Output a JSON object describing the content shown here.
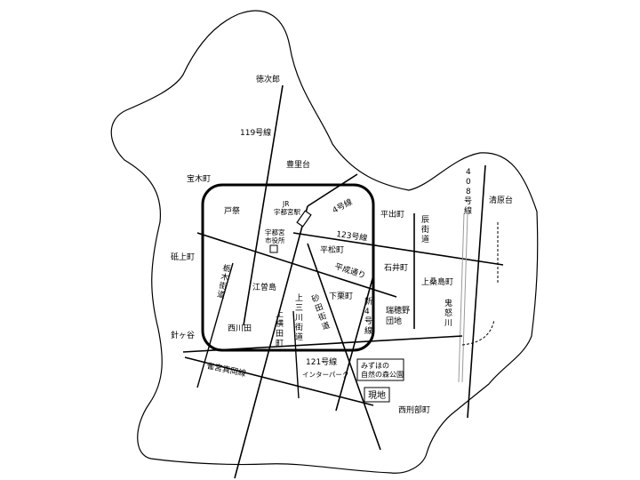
{
  "colors": {
    "ink": "#000000",
    "background": "#ffffff",
    "rail": "#9a9a9a"
  },
  "places": {
    "tokujiro": "徳次郎",
    "toyosatodai": "豊里台",
    "hogicho": "宝木町",
    "tomatsuri": "戸祭",
    "togamicho": "砥上町",
    "haritagaya": "針ヶ谷",
    "emushima": "江曽島",
    "nishikawada": "西川田",
    "kamiyokotacho": "上横田町",
    "hiradecho": "平出町",
    "heimatsucho": "平松町",
    "ishiicho": "石井町",
    "kamikuwajimacho": "上桑島町",
    "mizuhono_danchi": "瑞穂野団地",
    "shimokurimachi": "下栗町",
    "kiyoharadai": "清原台",
    "nishigyobucho": "西刑部町"
  },
  "landmarks": {
    "jr_station": "JR\n宇都宮駅",
    "city_hall": "宇都宮\n市役所",
    "interchange": "インターパーク",
    "park": "みずほの\n自然の森公園",
    "site": "現地"
  },
  "roads": {
    "route119": "119号線",
    "route4": "4号線",
    "route123": "123号線",
    "heisei": "平成通り",
    "tochigi_kaido": "栃木街道",
    "kamimikawa_kaido": "上三川街道",
    "sunada_kaido": "砂田街道",
    "new_route4": "新4号線",
    "tatsumi_kaido": "辰街道",
    "route408": "408号線",
    "kinugawa": "鬼怒川",
    "route121": "121号線",
    "suzumenomiya_kaido": "雀宮真岡線"
  }
}
